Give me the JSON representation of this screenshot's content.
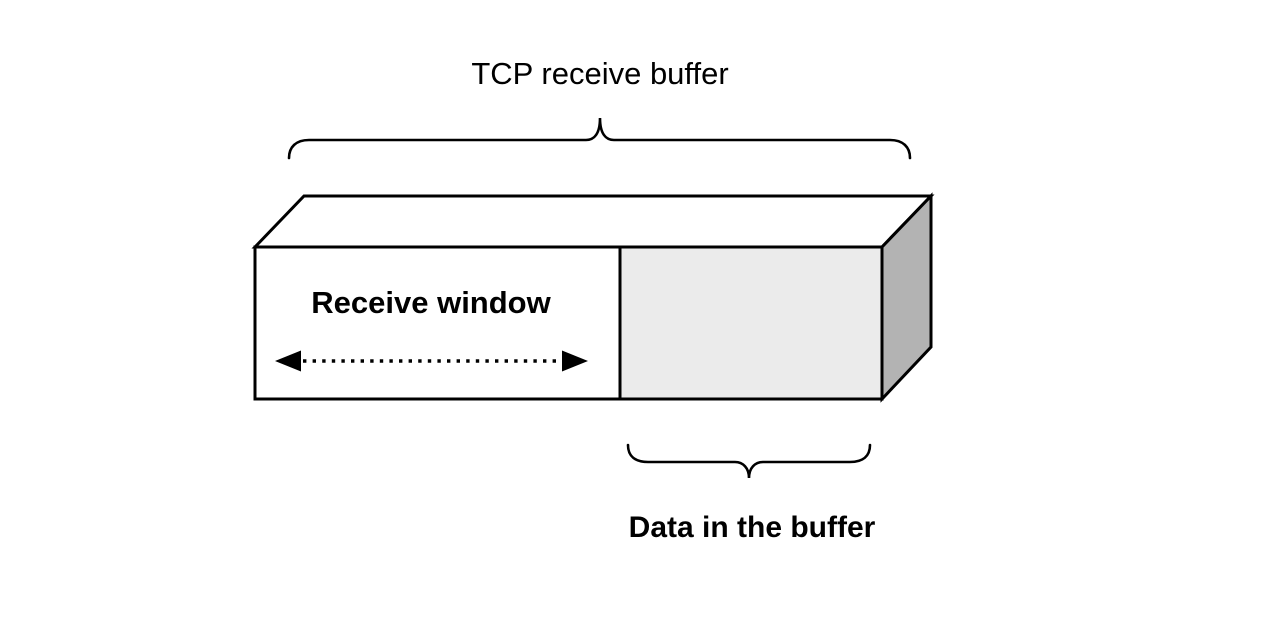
{
  "diagram": {
    "title": "TCP receive buffer",
    "receive_window_label": "Receive window",
    "data_in_buffer_label": "Data in the buffer"
  },
  "colors": {
    "background": "#ffffff",
    "line": "#000000",
    "text": "#000000",
    "receive_window_fill": "#ffffff",
    "buffered_data_fill": "#ebebeb",
    "box_top_fill": "#ffffff",
    "box_side_fill": "#b3b3b3"
  }
}
